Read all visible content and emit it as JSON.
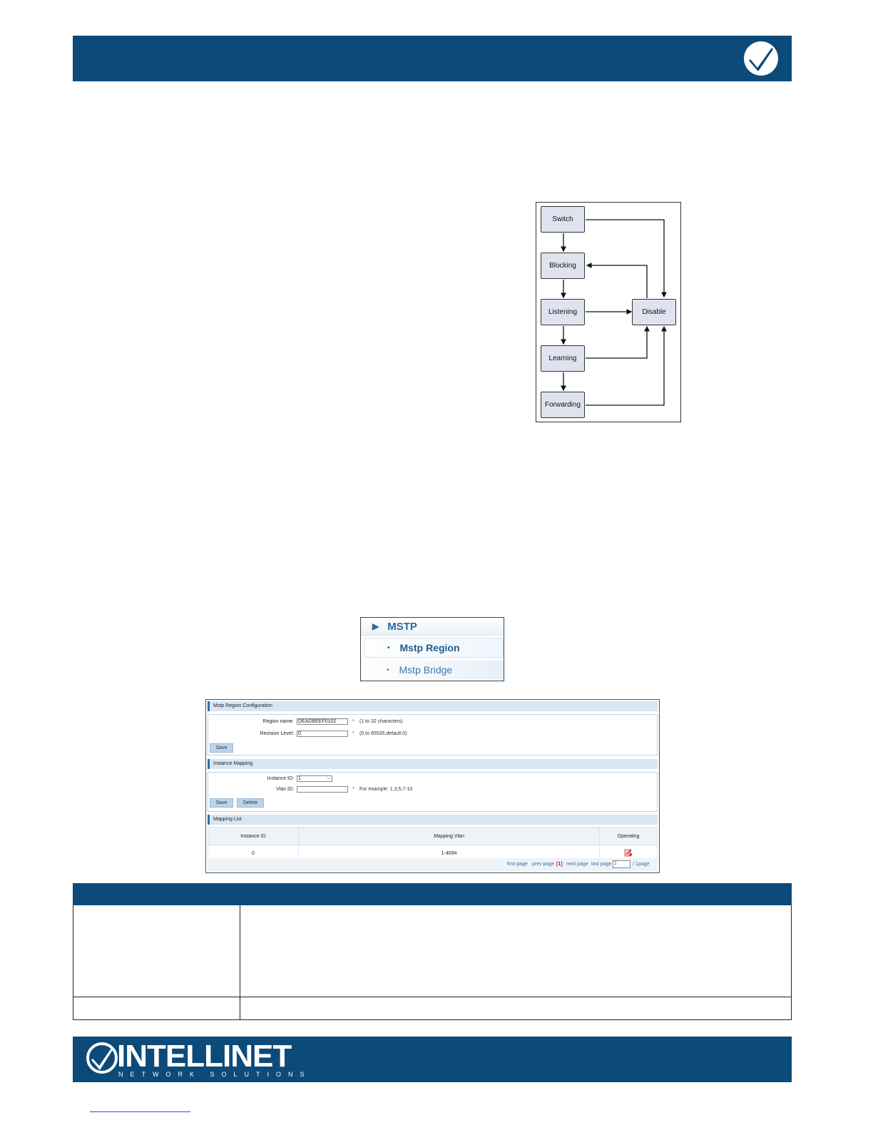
{
  "diagram": {
    "nodes": {
      "switch": "Switch",
      "blocking": "Blocking",
      "listening": "Listening",
      "learning": "Learning",
      "forwarding": "Forwarding",
      "disable": "Disable"
    }
  },
  "menu": {
    "head": "MSTP",
    "items": [
      "Mstp Region",
      "Mstp Bridge"
    ]
  },
  "config": {
    "region_section": "Mstp Region Configuration",
    "region_name_label": "Region name:",
    "region_name_value": "DEADBEEF0102",
    "region_name_hint": "(1 to 32 characters)",
    "revision_label": "Revision Level:",
    "revision_value": "0",
    "revision_hint": "(0 to 65535,default:0)",
    "required_mark": "*",
    "save_label": "Save",
    "instance_section": "Instance Mapping",
    "instance_id_label": "Instance ID:",
    "instance_id_value": "1",
    "vlan_id_label": "Vlan ID:",
    "vlan_id_value": "",
    "vlan_hint": "For example: 1,3,5,7-10",
    "save2_label": "Save",
    "delete_label": "Delete",
    "list_section": "Mapping List",
    "columns": [
      "Instance ID",
      "Mapping Vlan",
      "Operating"
    ],
    "rows": [
      [
        "0",
        "1-4094"
      ]
    ],
    "pager": {
      "first": "first page",
      "prev": "prev page",
      "current": "[1]",
      "next": "next page",
      "last": "last page",
      "page_input": "1",
      "suffix": "/ 1page"
    }
  },
  "footer": {
    "brand": "INTELLINET",
    "tagline": "NETWORK SOLUTIONS"
  },
  "colors": {
    "brand_blue": "#0c4a7a",
    "accent_blue": "#2d6ea8"
  },
  "icons": [
    "check-badge-icon",
    "triangle-right-icon",
    "bullet-icon",
    "edit-delete-icon"
  ]
}
